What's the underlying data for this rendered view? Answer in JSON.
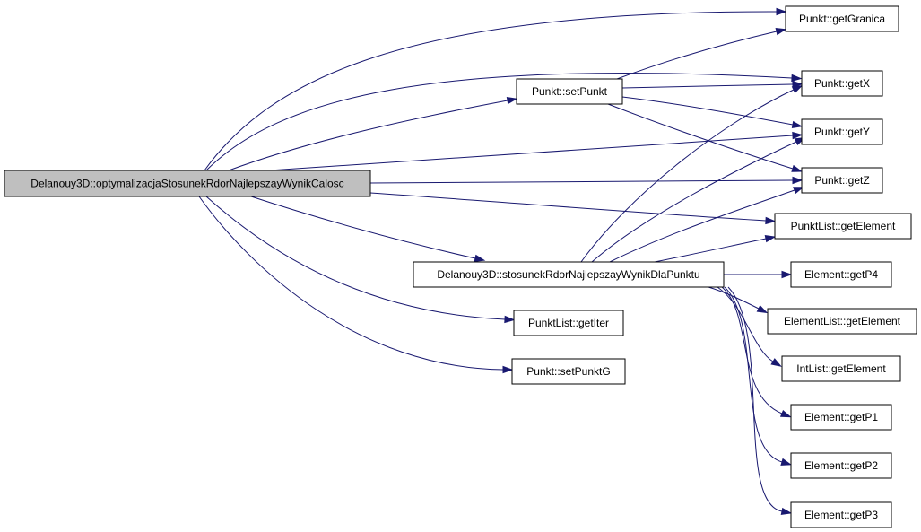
{
  "colors": {
    "root_fill": "#bfbfbf",
    "node_fill": "#ffffff",
    "edge": "#191970"
  },
  "nodes": [
    {
      "id": "root",
      "label": "Delanouy3D::optymalizacjaStosunekRdorNajlepszayWynikCalosc",
      "root": true
    },
    {
      "id": "setPunkt",
      "label": "Punkt::setPunkt"
    },
    {
      "id": "stosunek",
      "label": "Delanouy3D::stosunekRdorNajlepszayWynikDlaPunktu"
    },
    {
      "id": "getIter",
      "label": "PunktList::getIter"
    },
    {
      "id": "setPunktG",
      "label": "Punkt::setPunktG"
    },
    {
      "id": "getGranica",
      "label": "Punkt::getGranica"
    },
    {
      "id": "getX",
      "label": "Punkt::getX"
    },
    {
      "id": "getY",
      "label": "Punkt::getY"
    },
    {
      "id": "getZ",
      "label": "Punkt::getZ"
    },
    {
      "id": "plGetElement",
      "label": "PunktList::getElement"
    },
    {
      "id": "getP4",
      "label": "Element::getP4"
    },
    {
      "id": "elGetElement",
      "label": "ElementList::getElement"
    },
    {
      "id": "ilGetElement",
      "label": "IntList::getElement"
    },
    {
      "id": "getP1",
      "label": "Element::getP1"
    },
    {
      "id": "getP2",
      "label": "Element::getP2"
    },
    {
      "id": "getP3",
      "label": "Element::getP3"
    }
  ],
  "edges": [
    {
      "from": "root",
      "to": "getGranica"
    },
    {
      "from": "root",
      "to": "getX"
    },
    {
      "from": "root",
      "to": "setPunkt"
    },
    {
      "from": "root",
      "to": "getY"
    },
    {
      "from": "root",
      "to": "getZ"
    },
    {
      "from": "root",
      "to": "plGetElement"
    },
    {
      "from": "root",
      "to": "stosunek"
    },
    {
      "from": "root",
      "to": "getIter"
    },
    {
      "from": "root",
      "to": "setPunktG"
    },
    {
      "from": "setPunkt",
      "to": "getGranica"
    },
    {
      "from": "setPunkt",
      "to": "getX"
    },
    {
      "from": "setPunkt",
      "to": "getY"
    },
    {
      "from": "setPunkt",
      "to": "getZ"
    },
    {
      "from": "stosunek",
      "to": "getX"
    },
    {
      "from": "stosunek",
      "to": "getY"
    },
    {
      "from": "stosunek",
      "to": "getZ"
    },
    {
      "from": "stosunek",
      "to": "plGetElement"
    },
    {
      "from": "stosunek",
      "to": "getP4"
    },
    {
      "from": "stosunek",
      "to": "elGetElement"
    },
    {
      "from": "stosunek",
      "to": "ilGetElement"
    },
    {
      "from": "stosunek",
      "to": "getP1"
    },
    {
      "from": "stosunek",
      "to": "getP2"
    },
    {
      "from": "stosunek",
      "to": "getP3"
    }
  ]
}
